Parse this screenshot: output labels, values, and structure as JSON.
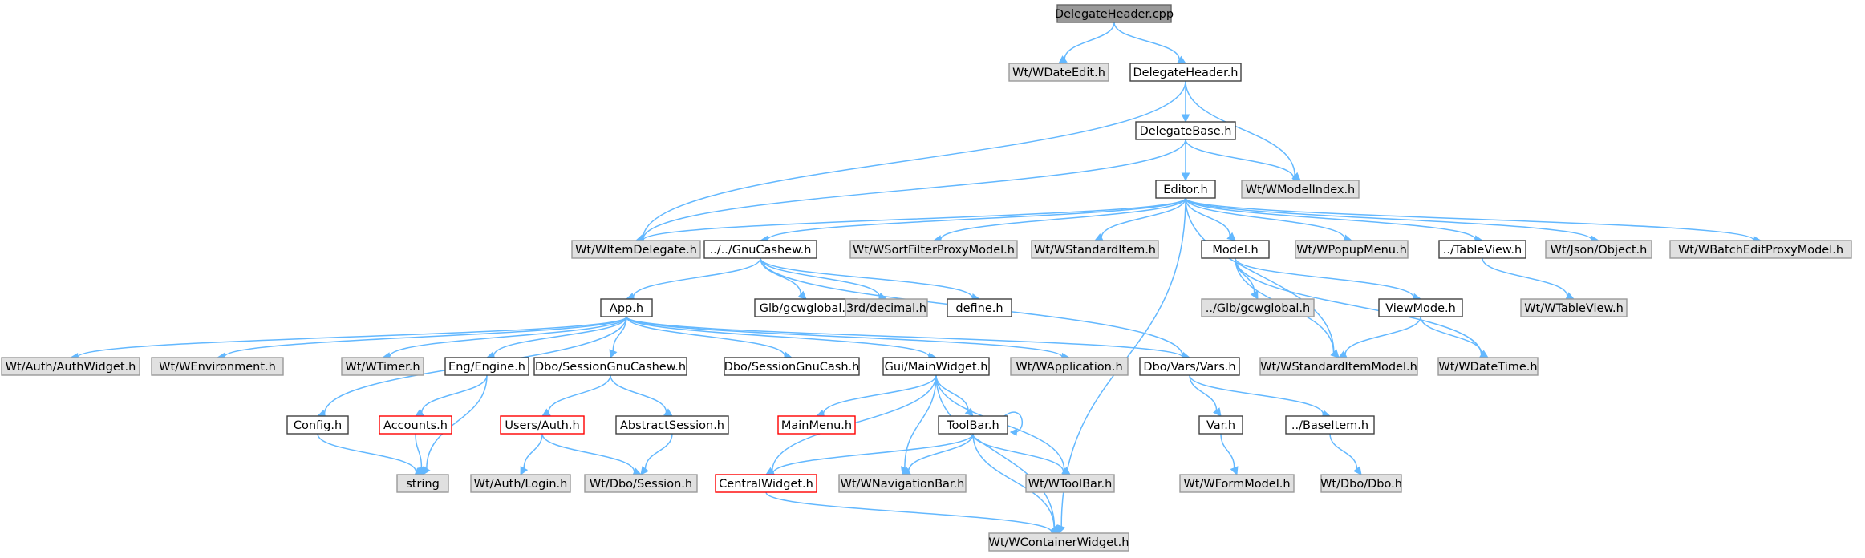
{
  "palette": {
    "normal_fill": "#ffffff",
    "normal_stroke": "#404040",
    "external_fill": "#e0e0e0",
    "external_stroke": "#999999",
    "root_fill": "#999999",
    "root_stroke": "#666666",
    "missing_stroke": "#ff0000",
    "edge": "#63b8ff"
  },
  "nodes": [
    {
      "id": "n_root",
      "label": "DelegateHeader.cpp",
      "kind": "root"
    },
    {
      "id": "n_wdateedit",
      "label": "Wt/WDateEdit.h",
      "kind": "external"
    },
    {
      "id": "n_dh",
      "label": "DelegateHeader.h",
      "kind": "normal"
    },
    {
      "id": "n_db",
      "label": "DelegateBase.h",
      "kind": "normal"
    },
    {
      "id": "n_wmodelindex",
      "label": "Wt/WModelIndex.h",
      "kind": "external"
    },
    {
      "id": "n_editor",
      "label": "Editor.h",
      "kind": "normal"
    },
    {
      "id": "n_witemdelegate",
      "label": "Wt/WItemDelegate.h",
      "kind": "external"
    },
    {
      "id": "n_gnucashew",
      "label": "../../GnuCashew.h",
      "kind": "normal"
    },
    {
      "id": "n_wsortfilter",
      "label": "Wt/WSortFilterProxyModel.h",
      "kind": "external"
    },
    {
      "id": "n_wstandarditem",
      "label": "Wt/WStandardItem.h",
      "kind": "external"
    },
    {
      "id": "n_model",
      "label": "Model.h",
      "kind": "normal"
    },
    {
      "id": "n_wpopupmenu",
      "label": "Wt/WPopupMenu.h",
      "kind": "external"
    },
    {
      "id": "n_tableview",
      "label": "../TableView.h",
      "kind": "normal"
    },
    {
      "id": "n_jsonobject",
      "label": "Wt/Json/Object.h",
      "kind": "external"
    },
    {
      "id": "n_wbatchedit",
      "label": "Wt/WBatchEditProxyModel.h",
      "kind": "external"
    },
    {
      "id": "n_app",
      "label": "App.h",
      "kind": "normal"
    },
    {
      "id": "n_glbgcw",
      "label": "Glb/gcwglobal.h",
      "kind": "normal"
    },
    {
      "id": "n_decimal",
      "label": "3rd/decimal.h",
      "kind": "external"
    },
    {
      "id": "n_define",
      "label": "define.h",
      "kind": "normal"
    },
    {
      "id": "n_glbgcw2",
      "label": "../Glb/gcwglobal.h",
      "kind": "external"
    },
    {
      "id": "n_viewmode",
      "label": "ViewMode.h",
      "kind": "normal"
    },
    {
      "id": "n_wtableview",
      "label": "Wt/WTableView.h",
      "kind": "external"
    },
    {
      "id": "n_authwidget",
      "label": "Wt/Auth/AuthWidget.h",
      "kind": "external"
    },
    {
      "id": "n_wenv",
      "label": "Wt/WEnvironment.h",
      "kind": "external"
    },
    {
      "id": "n_wtimer",
      "label": "Wt/WTimer.h",
      "kind": "external"
    },
    {
      "id": "n_engine",
      "label": "Eng/Engine.h",
      "kind": "normal"
    },
    {
      "id": "n_sessgnucashew",
      "label": "Dbo/SessionGnuCashew.h",
      "kind": "normal"
    },
    {
      "id": "n_sessgnucash",
      "label": "Dbo/SessionGnuCash.h",
      "kind": "normal"
    },
    {
      "id": "n_mainwidget",
      "label": "Gui/MainWidget.h",
      "kind": "normal"
    },
    {
      "id": "n_wapplication",
      "label": "Wt/WApplication.h",
      "kind": "external"
    },
    {
      "id": "n_vars",
      "label": "Dbo/Vars/Vars.h",
      "kind": "normal"
    },
    {
      "id": "n_wstdmodel",
      "label": "Wt/WStandardItemModel.h",
      "kind": "external"
    },
    {
      "id": "n_wdatetime",
      "label": "Wt/WDateTime.h",
      "kind": "external"
    },
    {
      "id": "n_config",
      "label": "Config.h",
      "kind": "normal"
    },
    {
      "id": "n_accounts",
      "label": "Accounts.h",
      "kind": "missing"
    },
    {
      "id": "n_usersauth",
      "label": "Users/Auth.h",
      "kind": "missing"
    },
    {
      "id": "n_abstractsession",
      "label": "AbstractSession.h",
      "kind": "normal"
    },
    {
      "id": "n_mainmenu",
      "label": "MainMenu.h",
      "kind": "missing"
    },
    {
      "id": "n_toolbar",
      "label": "ToolBar.h",
      "kind": "normal"
    },
    {
      "id": "n_var",
      "label": "Var.h",
      "kind": "normal"
    },
    {
      "id": "n_baseitem",
      "label": "../BaseItem.h",
      "kind": "normal"
    },
    {
      "id": "n_string",
      "label": "string",
      "kind": "external"
    },
    {
      "id": "n_authlogin",
      "label": "Wt/Auth/Login.h",
      "kind": "external"
    },
    {
      "id": "n_dbosession",
      "label": "Wt/Dbo/Session.h",
      "kind": "external"
    },
    {
      "id": "n_centralwidget",
      "label": "CentralWidget.h",
      "kind": "missing"
    },
    {
      "id": "n_wnavbar",
      "label": "Wt/WNavigationBar.h",
      "kind": "external"
    },
    {
      "id": "n_wtoolbar",
      "label": "Wt/WToolBar.h",
      "kind": "external"
    },
    {
      "id": "n_wformmodel",
      "label": "Wt/WFormModel.h",
      "kind": "external"
    },
    {
      "id": "n_dbodbo",
      "label": "Wt/Dbo/Dbo.h",
      "kind": "external"
    },
    {
      "id": "n_wcontainer",
      "label": "Wt/WContainerWidget.h",
      "kind": "external"
    }
  ],
  "edges": [
    [
      "n_root",
      "n_wdateedit"
    ],
    [
      "n_root",
      "n_dh"
    ],
    [
      "n_dh",
      "n_db"
    ],
    [
      "n_dh",
      "n_witemdelegate"
    ],
    [
      "n_dh",
      "n_wmodelindex"
    ],
    [
      "n_db",
      "n_editor"
    ],
    [
      "n_db",
      "n_witemdelegate"
    ],
    [
      "n_db",
      "n_wmodelindex"
    ],
    [
      "n_editor",
      "n_witemdelegate"
    ],
    [
      "n_editor",
      "n_gnucashew"
    ],
    [
      "n_editor",
      "n_wsortfilter"
    ],
    [
      "n_editor",
      "n_wstandarditem"
    ],
    [
      "n_editor",
      "n_model"
    ],
    [
      "n_editor",
      "n_wpopupmenu"
    ],
    [
      "n_editor",
      "n_tableview"
    ],
    [
      "n_editor",
      "n_jsonobject"
    ],
    [
      "n_editor",
      "n_wbatchedit"
    ],
    [
      "n_editor",
      "n_wstdmodel"
    ],
    [
      "n_editor",
      "n_wcontainer"
    ],
    [
      "n_gnucashew",
      "n_app"
    ],
    [
      "n_gnucashew",
      "n_glbgcw"
    ],
    [
      "n_gnucashew",
      "n_decimal"
    ],
    [
      "n_gnucashew",
      "n_define"
    ],
    [
      "n_gnucashew",
      "n_vars"
    ],
    [
      "n_model",
      "n_glbgcw2"
    ],
    [
      "n_model",
      "n_viewmode"
    ],
    [
      "n_model",
      "n_wstdmodel"
    ],
    [
      "n_model",
      "n_wdatetime"
    ],
    [
      "n_tableview",
      "n_wtableview"
    ],
    [
      "n_viewmode",
      "n_wstdmodel"
    ],
    [
      "n_viewmode",
      "n_wdatetime"
    ],
    [
      "n_app",
      "n_authwidget"
    ],
    [
      "n_app",
      "n_wenv"
    ],
    [
      "n_app",
      "n_wtimer"
    ],
    [
      "n_app",
      "n_engine"
    ],
    [
      "n_app",
      "n_sessgnucashew"
    ],
    [
      "n_app",
      "n_sessgnucash"
    ],
    [
      "n_app",
      "n_mainwidget"
    ],
    [
      "n_app",
      "n_wapplication"
    ],
    [
      "n_app",
      "n_vars"
    ],
    [
      "n_app",
      "n_config"
    ],
    [
      "n_engine",
      "n_accounts"
    ],
    [
      "n_engine",
      "n_string"
    ],
    [
      "n_sessgnucashew",
      "n_usersauth"
    ],
    [
      "n_sessgnucashew",
      "n_abstractsession"
    ],
    [
      "n_mainwidget",
      "n_mainmenu"
    ],
    [
      "n_mainwidget",
      "n_toolbar"
    ],
    [
      "n_mainwidget",
      "n_centralwidget"
    ],
    [
      "n_mainwidget",
      "n_wnavbar"
    ],
    [
      "n_mainwidget",
      "n_wtoolbar"
    ],
    [
      "n_mainwidget",
      "n_wcontainer"
    ],
    [
      "n_vars",
      "n_var"
    ],
    [
      "n_vars",
      "n_baseitem"
    ],
    [
      "n_config",
      "n_string"
    ],
    [
      "n_accounts",
      "n_string"
    ],
    [
      "n_usersauth",
      "n_authlogin"
    ],
    [
      "n_usersauth",
      "n_dbosession"
    ],
    [
      "n_abstractsession",
      "n_dbosession"
    ],
    [
      "n_toolbar",
      "n_toolbar"
    ],
    [
      "n_toolbar",
      "n_centralwidget"
    ],
    [
      "n_toolbar",
      "n_wnavbar"
    ],
    [
      "n_toolbar",
      "n_wtoolbar"
    ],
    [
      "n_toolbar",
      "n_wcontainer"
    ],
    [
      "n_centralwidget",
      "n_wcontainer"
    ],
    [
      "n_var",
      "n_wformmodel"
    ],
    [
      "n_baseitem",
      "n_dbodbo"
    ]
  ]
}
